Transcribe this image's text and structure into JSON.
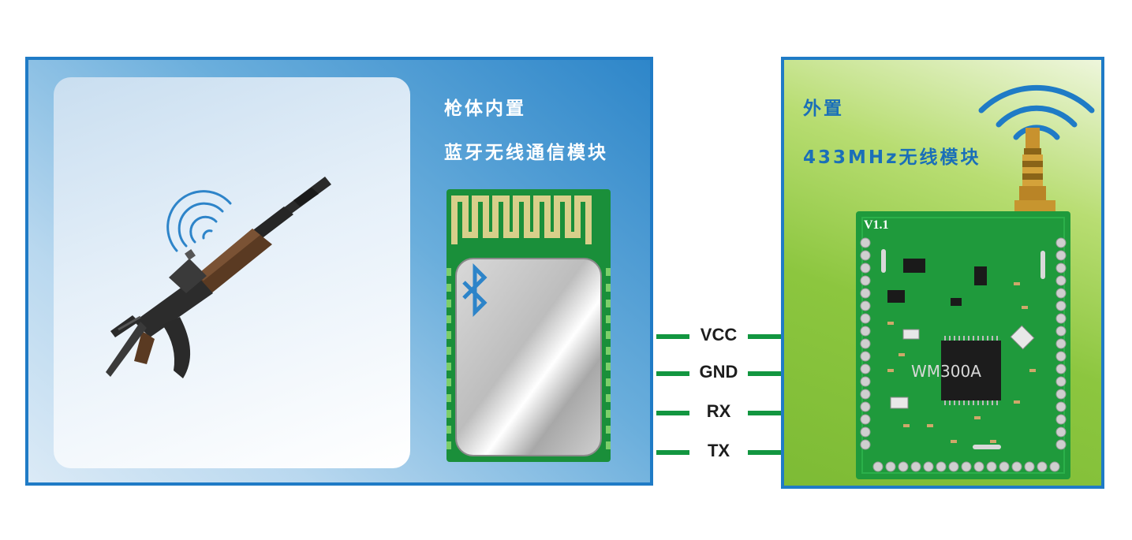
{
  "left_panel": {
    "line1": "枪体内置",
    "line2": "蓝牙无线通信模块"
  },
  "right_panel": {
    "line1": "外置",
    "line2": "433MHz无线模块",
    "pcb_version": "V1.1",
    "chip_label": "WM300A"
  },
  "pins": [
    "VCC",
    "GND",
    "RX",
    "TX"
  ],
  "colors": {
    "panel_border": "#1f7bc6",
    "wire": "#129640",
    "pcb_green": "#1f9a3c",
    "title_blue": "#1a6fb8"
  }
}
